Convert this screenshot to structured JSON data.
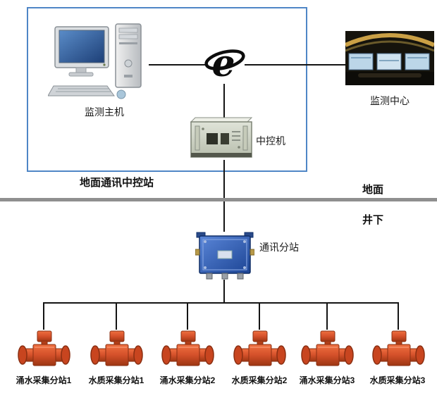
{
  "diagram": {
    "title_implicit": "",
    "ground_station_label": "地面通讯中控站",
    "host_label": "监测主机",
    "center_label": "监测中心",
    "control_machine_label": "中控机",
    "surface_label": "地面",
    "underground_label": "井下",
    "substation_label": "通讯分站",
    "devices": [
      {
        "label": "涌水采集分站1"
      },
      {
        "label": "水质采集分站1"
      },
      {
        "label": "涌水采集分站2"
      },
      {
        "label": "水质采集分站2"
      },
      {
        "label": "涌水采集分站3"
      },
      {
        "label": "水质采集分站3"
      }
    ],
    "icons": [
      "computer-icon",
      "internet-icon",
      "monitoring-center-image",
      "rack-server-icon",
      "junction-box-icon",
      "flow-sensor-icon"
    ]
  },
  "colors": {
    "frame-blue": "#4f86c6",
    "line-black": "#141414",
    "divider-gray": "#8f8f8f",
    "device-orange": "#d4502a",
    "junction-blue": "#2a5cb8"
  }
}
